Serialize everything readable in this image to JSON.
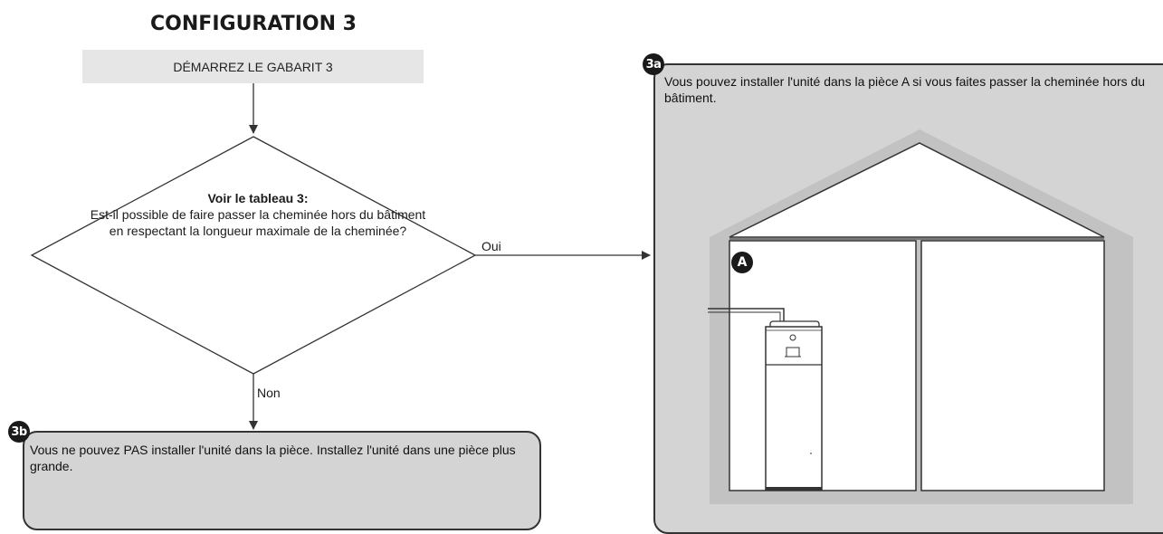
{
  "title": "CONFIGURATION 3",
  "start_box": {
    "label": "DÉMARREZ LE GABARIT 3"
  },
  "decision": {
    "heading": "Voir le tableau 3:",
    "question": "Est-il possible de faire passer la cheminée hors du bâtiment en respectant la longueur maximale de la cheminée?"
  },
  "branches": {
    "yes_label": "Oui",
    "no_label": "Non"
  },
  "outcome_3a": {
    "badge": "3a",
    "text": "Vous pouvez installer l'unité dans la pièce A si vous faites passer la cheminée hors du bâtiment.",
    "room_badge": "A"
  },
  "outcome_3b": {
    "badge": "3b",
    "text": "Vous ne pouvez PAS installer l'unité dans la pièce. Installez l'unité dans une pièce plus grande."
  },
  "colors": {
    "panel": "#d4d4d4",
    "start_box": "#e6e6e6",
    "house_wall": "#c2c2c2",
    "house_fill": "#ffffff",
    "line": "#333333"
  }
}
